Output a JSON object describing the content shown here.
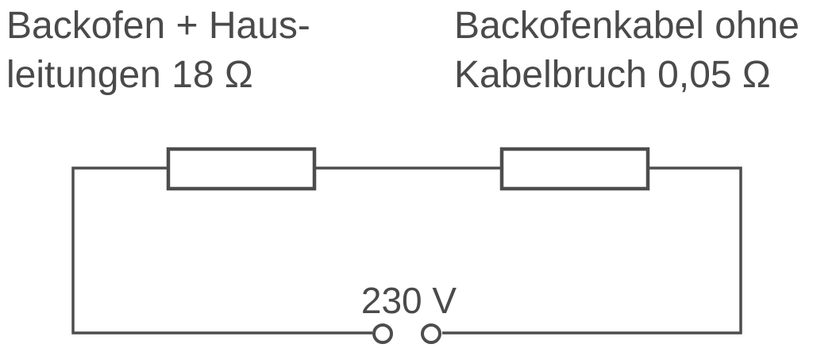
{
  "diagram": {
    "kind": "series-circuit",
    "labels": {
      "left_resistor": {
        "line1": "Backofen + Haus-",
        "line2": "leitungen 18 Ω"
      },
      "right_resistor": {
        "line1": "Backofenkabel ohne",
        "line2": "Kabelbruch 0,05 Ω"
      },
      "voltage_source": "230 V"
    },
    "colors": {
      "stroke": "#4d4d4d",
      "text": "#4a4a4a",
      "background": "#ffffff",
      "component_fill": "#ffffff"
    }
  }
}
